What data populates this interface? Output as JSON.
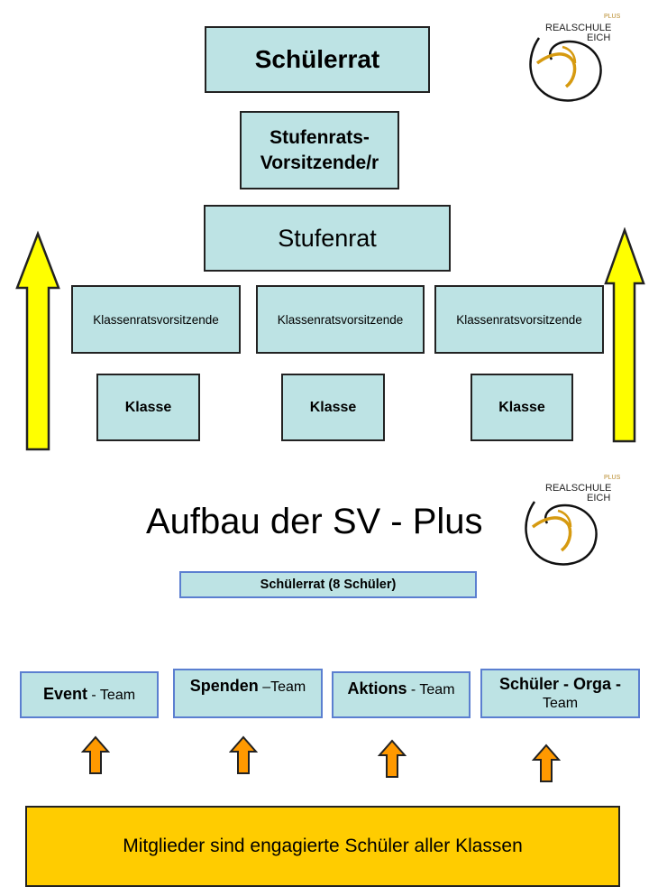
{
  "hierarchy": {
    "schuelerrat": "Schülerrat",
    "stufenrats_vorsitz_line1": "Stufenrats-",
    "stufenrats_vorsitz_line2": "Vorsitzende/r",
    "stufenrat": "Stufenrat",
    "klassenrat": [
      "Klassenratsvorsitzende",
      "Klassenratsvorsitzende",
      "Klassenratsvorsitzende"
    ],
    "klassen": [
      "Klasse",
      "Klasse",
      "Klasse"
    ]
  },
  "logo": {
    "line1": "REALSCHULE",
    "line2": "EICH",
    "plus": "PLUS"
  },
  "sv_plus": {
    "title": "Aufbau der SV - Plus",
    "schuelerrat": "Schülerrat (8 Schüler)",
    "teams": [
      {
        "bold": "Event",
        "rest": " - Team"
      },
      {
        "bold": "Spenden",
        "rest": " –Team"
      },
      {
        "bold": "Aktions",
        "rest": " - Team"
      },
      {
        "bold": "Schüler - Orga -",
        "rest": "Team"
      }
    ],
    "members": "Mitglieder sind engagierte Schüler aller Klassen"
  },
  "colors": {
    "box_fill": "#bde3e4",
    "arrow_yellow": "#ffff00",
    "arrow_orange": "#ff9900",
    "members_fill": "#ffcc00"
  }
}
